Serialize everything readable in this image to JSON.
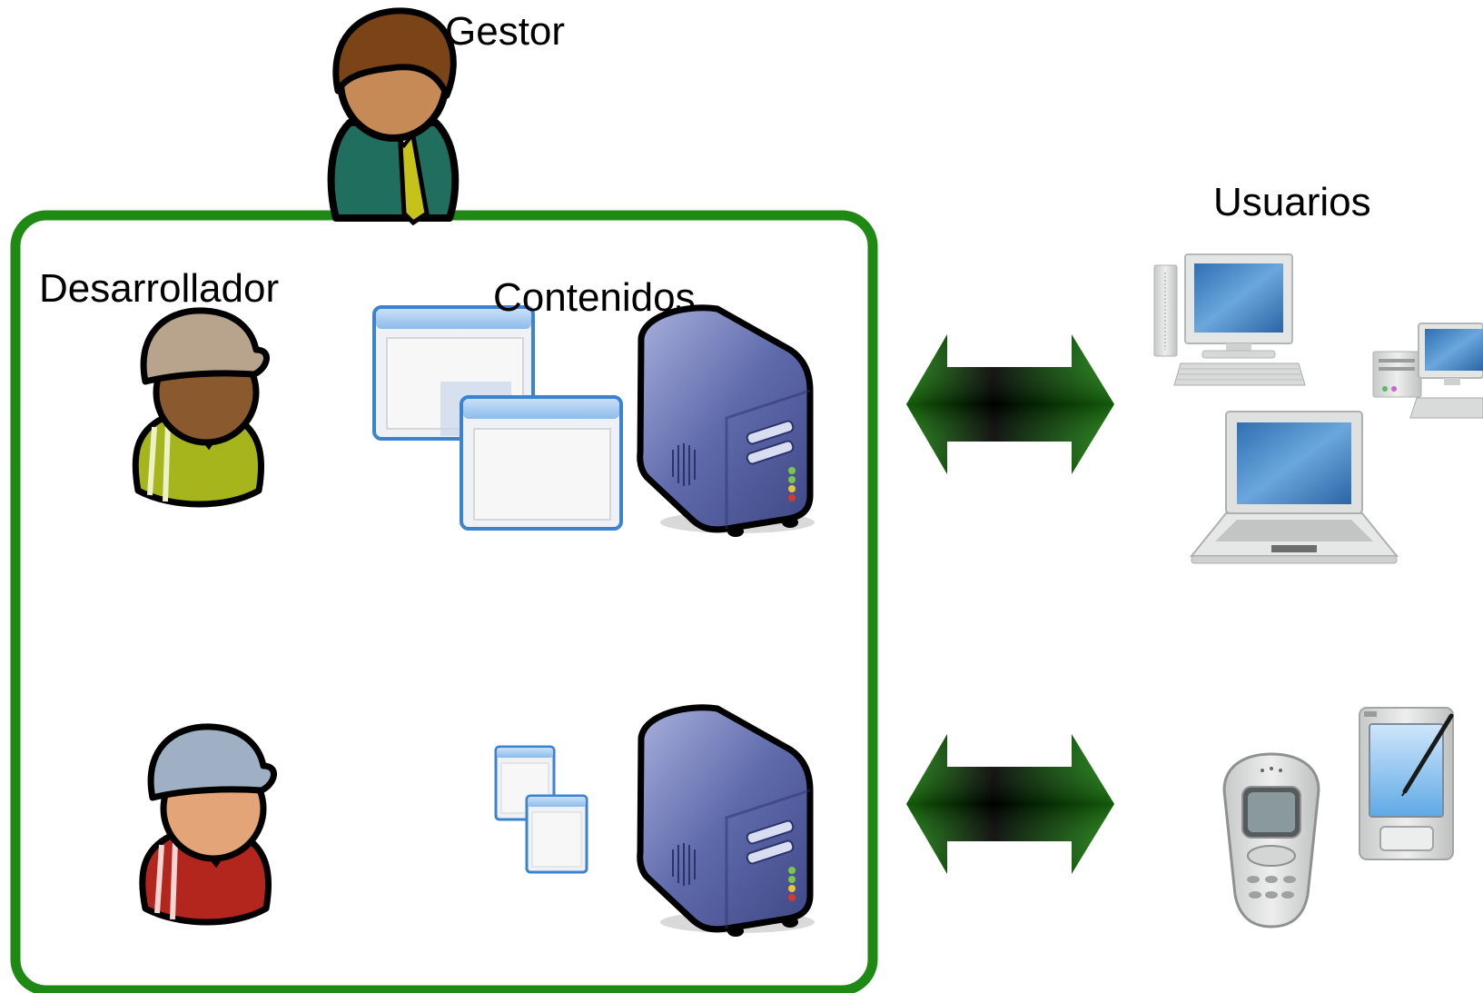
{
  "labels": {
    "gestor": "Gestor",
    "desarrollador": "Desarrollador",
    "contenidos": "Contenidos",
    "usuarios": "Usuarios"
  },
  "colors": {
    "frame": "#1e8a14",
    "arrow_light": "#1a8a0c",
    "arrow_dark": "#000000",
    "server": "#5b67a8",
    "manager_suit": "#1f6e5e",
    "manager_tie": "#c7c21a",
    "developer_shirt": "#a6b51c",
    "developer2_shirt": "#b3261e",
    "screen_blue": "#3b86c6"
  },
  "icons": [
    "manager-person-icon",
    "developer-person-icon",
    "developer2-person-icon",
    "app-windows-large-icon",
    "app-windows-small-icon",
    "server-top-icon",
    "server-bottom-icon",
    "double-arrow-top-icon",
    "double-arrow-bottom-icon",
    "desktop-computer-icon",
    "small-desktop-computer-icon",
    "laptop-icon",
    "mobile-phone-icon",
    "pda-stylus-icon"
  ]
}
